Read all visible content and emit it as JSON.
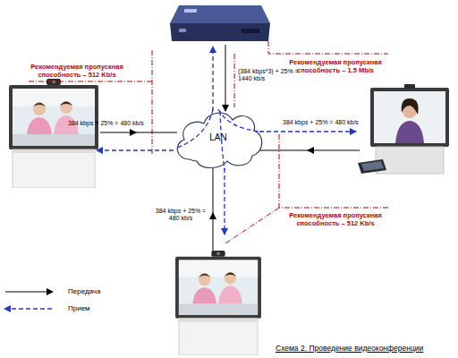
{
  "diagram": {
    "caption": "Схема 2. Проведение видеоконференции",
    "nodes": [
      {
        "text": [
          "LAN"
        ]
      }
    ],
    "labels": [
      "Рекомендуемая пропускная способность – 512 Kb/s",
      "Рекомендуемая пропускная способность – 1.5 Mb/s",
      "(384 kbps*3) + 25% = 1440 kb/s",
      "384 kbps + 25% = 480 kb/s",
      "384 kbps + 25% = 480 kb/s",
      "384 kbps + 25% = 480 kb/s",
      "Рекомендуемая пропускная способность – 512 Kb/s"
    ],
    "legend": [
      {
        "text": "Передача"
      },
      {
        "text": "Прием"
      }
    ]
  }
}
